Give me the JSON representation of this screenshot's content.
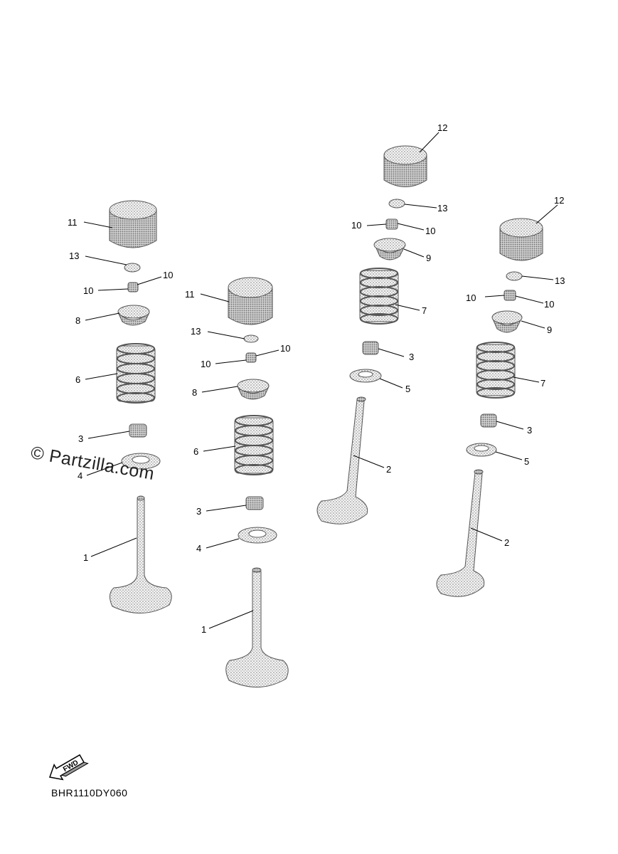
{
  "watermark": "© Partzilla.com",
  "diagram_code": "BHR1110DY060",
  "fwd_label": "FWD",
  "callouts": {
    "a11": "11",
    "a13": "13",
    "a10l": "10",
    "a10r": "10",
    "a8": "8",
    "a6": "6",
    "a3": "3",
    "a4": "4",
    "a1": "1",
    "b11": "11",
    "b13": "13",
    "b10l": "10",
    "b10r": "10",
    "b8": "8",
    "b6": "6",
    "b3": "3",
    "b4": "4",
    "b1": "1",
    "c12": "12",
    "c13": "13",
    "c10l": "10",
    "c10r": "10",
    "c9": "9",
    "c7": "7",
    "c3": "3",
    "c5": "5",
    "c2": "2",
    "d12": "12",
    "d13": "13",
    "d10l": "10",
    "d10r": "10",
    "d9": "9",
    "d7": "7",
    "d3": "3",
    "d5": "5",
    "d2": "2"
  }
}
